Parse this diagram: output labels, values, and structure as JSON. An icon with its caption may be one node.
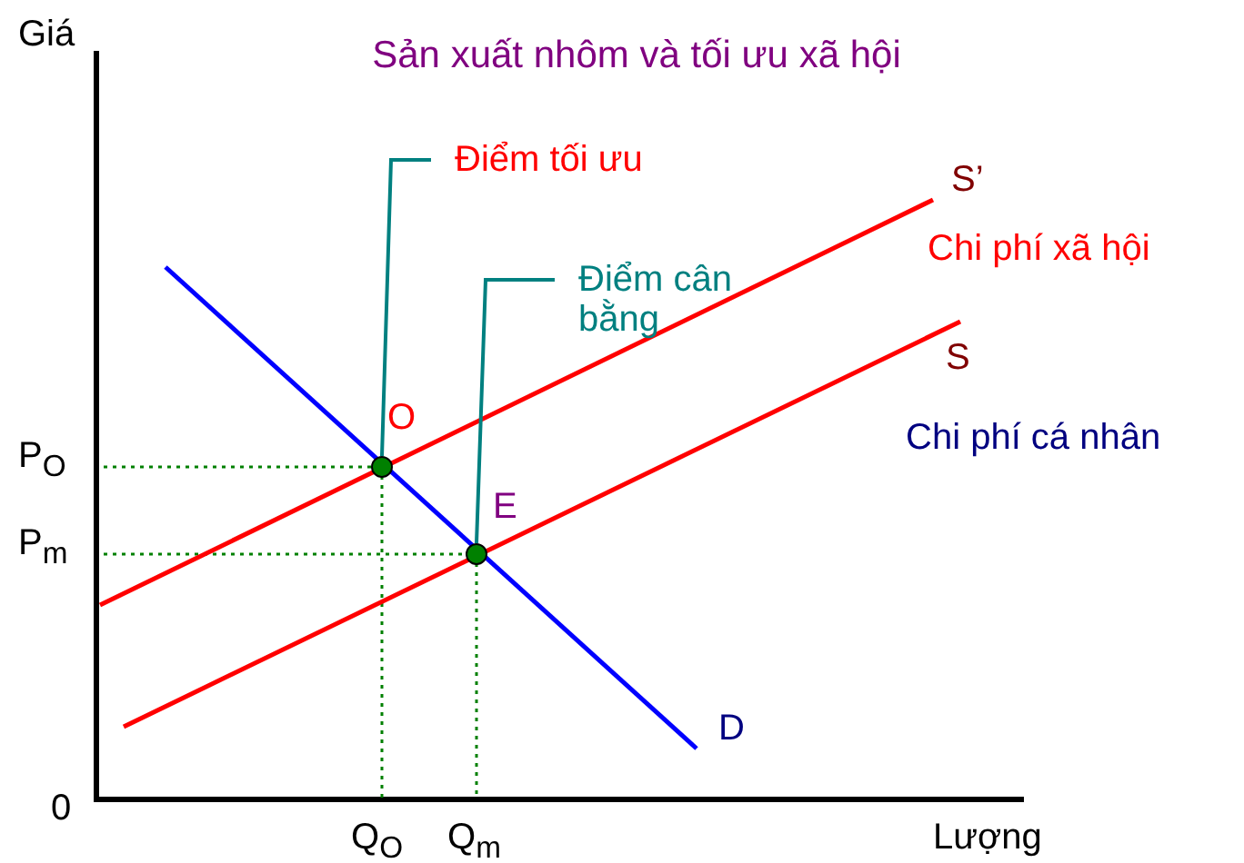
{
  "diagram": {
    "title": "Sản xuất nhôm và tối ưu xã hội",
    "nodes": [
      {
        "text": [
          "Điểm tối ưu"
        ]
      },
      {
        "text": [],
        "shape": "circle"
      },
      {
        "text": [
          "Điểm cân bằng"
        ]
      },
      {
        "text": [],
        "shape": "circle"
      }
    ],
    "edges": [
      {
        "from": 0,
        "to": 1,
        "arrow": "none"
      },
      {
        "from": 2,
        "to": 3,
        "arrow": "none"
      }
    ],
    "labels": [
      "Giá",
      "S’",
      "Chi phí xã hội",
      "S",
      "O",
      "Chi phí cá nhân",
      "P$_{O}$",
      "E",
      "P$_{m}$",
      "D",
      "0",
      "Q$_{O}$",
      "Q$_{m}$",
      "Lượng"
    ]
  }
}
